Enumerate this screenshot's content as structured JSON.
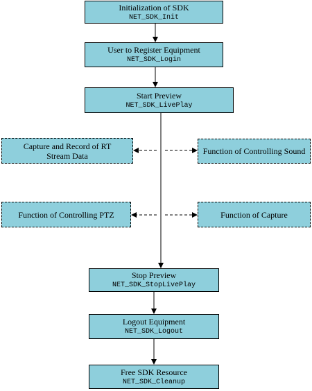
{
  "steps": {
    "init": {
      "title": "Initialization of SDK",
      "func": "NET_SDK_Init"
    },
    "login": {
      "title": "User to Register Equipment",
      "func": "NET_SDK_Login"
    },
    "start": {
      "title": "Start Preview",
      "func": "NET_SDK_LivePlay"
    },
    "stop": {
      "title": "Stop Preview",
      "func": "NET_SDK_StopLivePlay"
    },
    "logout": {
      "title": "Logout Equipment",
      "func": "NET_SDK_Logout"
    },
    "free": {
      "title": "Free SDK Resource",
      "func": "NET_SDK_Cleanup"
    }
  },
  "functions": {
    "capture_record": "Capture and Record of RT Stream Data",
    "sound": "Function of Controlling Sound",
    "ptz": "Function of Controlling PTZ",
    "capture": "Function of Capture"
  },
  "colors": {
    "box_fill": "#8ecfdc",
    "line": "#000000"
  }
}
